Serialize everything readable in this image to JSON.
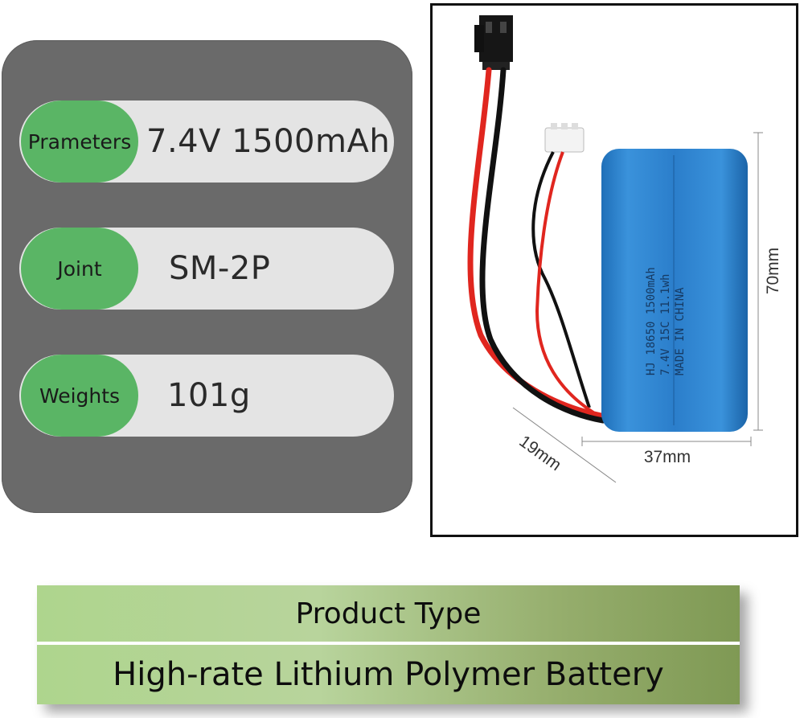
{
  "specs": {
    "rows": [
      {
        "label": "Prameters",
        "value": "7.4V  1500mAh"
      },
      {
        "label": "Joint",
        "value": "SM-2P"
      },
      {
        "label": "Weights",
        "value": "101g"
      }
    ]
  },
  "battery": {
    "print_line1": "HJ 18650 1500mAh",
    "print_line2": "7.4V 15C 11.1wh",
    "print_line3": "MADE IN CHINA",
    "dim_height": "70mm",
    "dim_width": "37mm",
    "dim_depth": "19mm",
    "colors": {
      "cell": "#2e7fc7",
      "wire_red": "#e0261f",
      "wire_black": "#111111"
    }
  },
  "banner": {
    "title": "Product Type",
    "subtitle": "High-rate Lithium Polymer Battery"
  },
  "colors": {
    "panel": "#6a6a6a",
    "pill_label": "#5ab565",
    "pill_track": "#e4e4e4",
    "banner_green": "#aed58d"
  }
}
